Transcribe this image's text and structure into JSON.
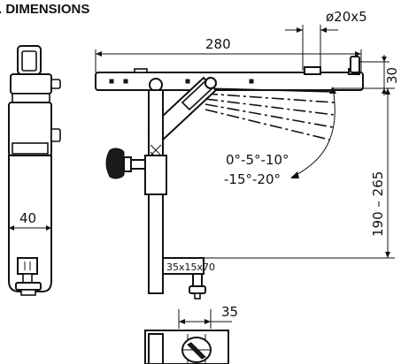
{
  "heading": {
    "text": ". DIMENSIONS"
  },
  "dimensions": {
    "length": "280",
    "height": "30",
    "tube": "ø20x5",
    "vertical_range": "190  –  265",
    "side_width": "40",
    "profile": "35x15x70",
    "base_width": "35"
  },
  "angles": {
    "line1": "0°-5°-10°",
    "line2": "-15°-20°"
  }
}
